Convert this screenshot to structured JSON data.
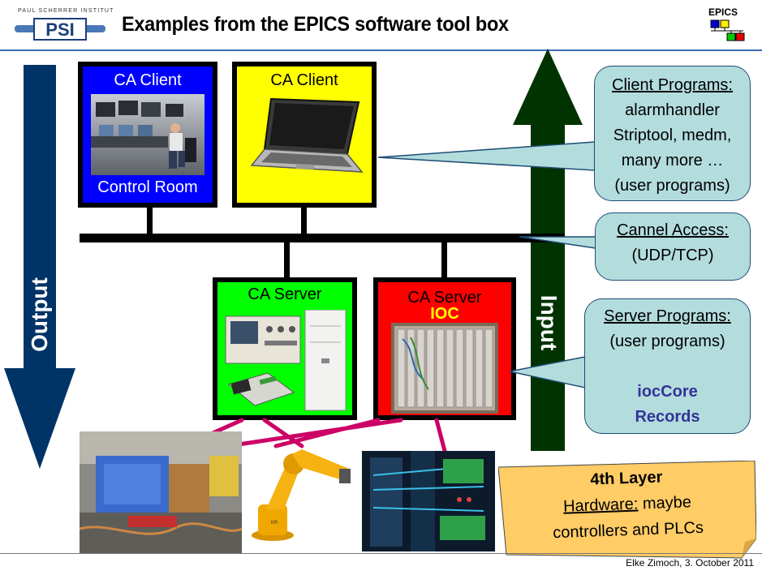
{
  "header": {
    "institute": "PAUL SCHERRER INSTITUT",
    "logo": "PSI",
    "title": "Examples from the EPICS software tool box",
    "epics_label": "EPICS"
  },
  "arrows": {
    "output": "Output",
    "input": "Input"
  },
  "clients": {
    "control_room": {
      "label_top": "CA Client",
      "label_bottom": "Control Room"
    },
    "laptop": {
      "label_top": "CA Client"
    }
  },
  "servers": {
    "green": {
      "label": "CA Server"
    },
    "red": {
      "label": "CA Server",
      "sublabel": "IOC"
    }
  },
  "callouts": {
    "client_programs": {
      "heading": "Client Programs:",
      "lines": [
        "alarmhandler",
        "Striptool, medm,",
        "many more …",
        "(user programs)"
      ]
    },
    "channel_access": {
      "heading": "Cannel Access:",
      "lines": [
        "(UDP/TCP)"
      ]
    },
    "server_programs": {
      "heading": "Server Programs:",
      "lines": [
        "(user programs)"
      ],
      "highlight": [
        "iocCore",
        "Records"
      ]
    }
  },
  "layer4": {
    "heading": "4th Layer",
    "line1_underlined": "Hardware:",
    "line1_rest": " maybe",
    "line2": "controllers and PLCs"
  },
  "footer": "Elke Zimoch, 3. October 2011",
  "colors": {
    "client_blue": "#0000ff",
    "client_yellow": "#ffff00",
    "server_green": "#00ff00",
    "server_red": "#ff0000",
    "output_arrow": "#003366",
    "input_arrow": "#003300",
    "hardware_link": "#cc0066",
    "bubble_fill": "#b3dcdd",
    "layer4_fill": "#ffcc66",
    "highlight_text": "#333399"
  }
}
